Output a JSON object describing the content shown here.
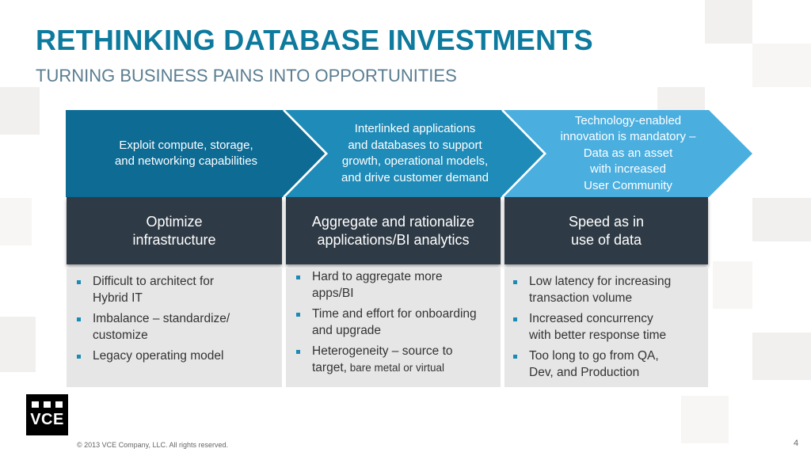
{
  "title": "RETHINKING DATABASE INVESTMENTS",
  "subtitle": "TURNING BUSINESS PAINS INTO OPPORTUNITIES",
  "colors": {
    "title": "#0d7a9e",
    "chevron_1": "#0d6b94",
    "chevron_2": "#1f8bb8",
    "chevron_3": "#4aaedf",
    "dark_box": "#2e3a45",
    "grey_box": "#e6e6e6",
    "bullet": "#1a8bb5"
  },
  "columns": [
    {
      "chevron_lines": [
        "Exploit compute, storage,",
        "and networking capabilities"
      ],
      "heading_lines": [
        "Optimize",
        "infrastructure"
      ],
      "bullets": [
        {
          "lines": [
            "Difficult to architect for",
            "Hybrid IT"
          ]
        },
        {
          "lines": [
            "Imbalance – standardize/",
            "customize"
          ]
        },
        {
          "lines": [
            "Legacy operating model"
          ]
        }
      ]
    },
    {
      "chevron_lines": [
        "Interlinked applications",
        "and databases to support",
        "growth, operational models,",
        "and drive customer demand"
      ],
      "heading_lines": [
        "Aggregate and rationalize",
        "applications/BI analytics"
      ],
      "bullets": [
        {
          "lines": [
            "Hard to aggregate more",
            "apps/BI"
          ]
        },
        {
          "lines": [
            "Time and effort for onboarding",
            "and upgrade"
          ]
        },
        {
          "lines": [
            "Heterogeneity – source to",
            "target,"
          ],
          "small_tail": " bare metal or virtual"
        }
      ]
    },
    {
      "chevron_lines": [
        "Technology-enabled",
        "innovation is mandatory –",
        "Data as an asset",
        "with increased",
        "User Community"
      ],
      "heading_lines": [
        "Speed as in",
        "use of data"
      ],
      "bullets": [
        {
          "lines": [
            "Low latency for increasing",
            "transaction volume"
          ]
        },
        {
          "lines": [
            "Increased concurrency",
            "with better response time"
          ]
        },
        {
          "lines": [
            "Too long to go from QA,",
            "Dev, and Production"
          ]
        }
      ]
    }
  ],
  "logo": {
    "text": "VCE"
  },
  "footer": "© 2013 VCE Company, LLC. All rights reserved.",
  "page_number": "4"
}
